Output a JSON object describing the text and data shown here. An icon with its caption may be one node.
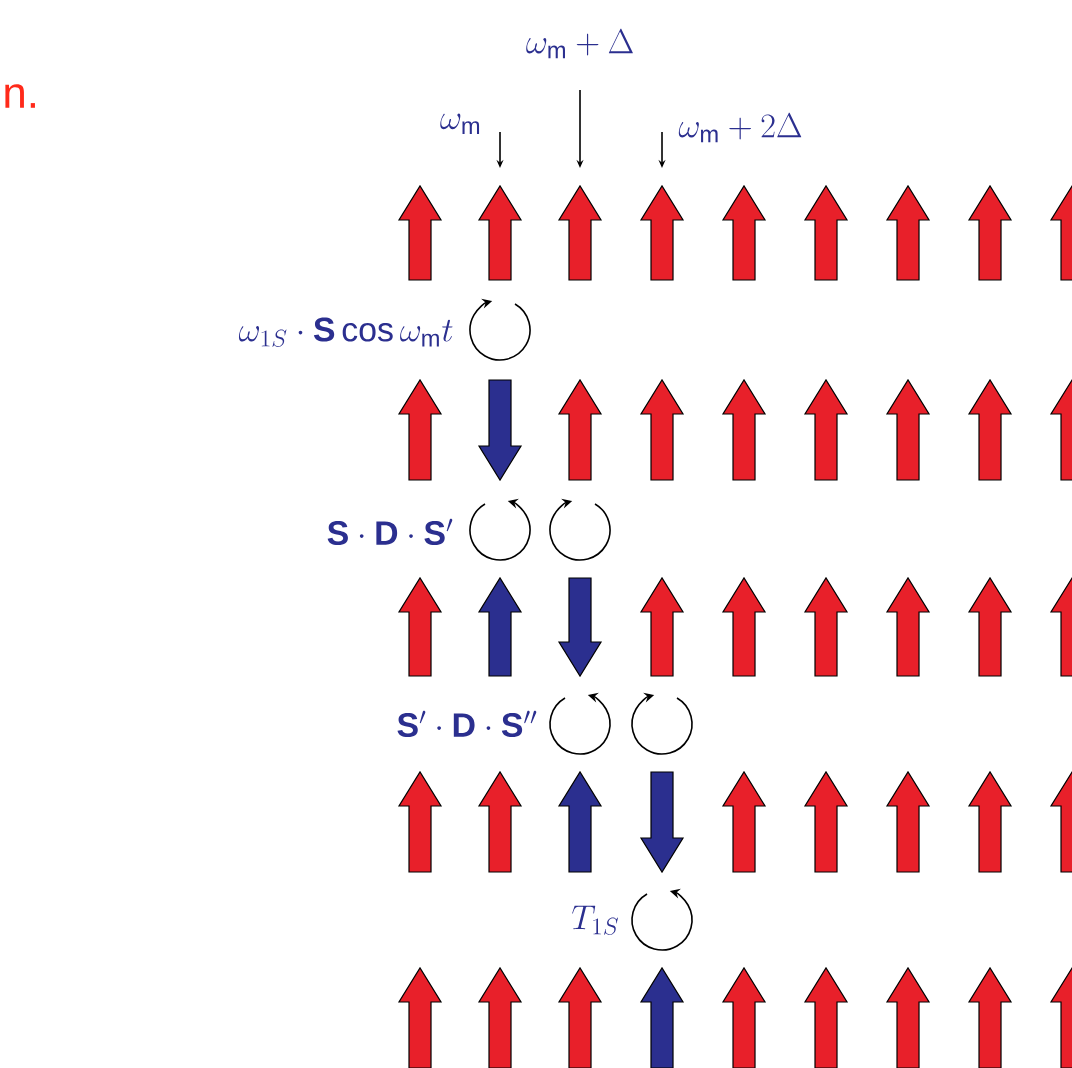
{
  "diagram": {
    "labels": [
      "\\omega_{\\mathrm{m}}+\\Delta",
      "n.",
      "\\omega_{\\mathrm{m}}",
      "\\omega_{\\mathrm{m}}+2\\Delta",
      "\\omega_{1S}\\cdot\\mathbf{S}\\cos\\omega_{\\mathrm{m}}t",
      "\\mathbf{S}\\cdot\\mathbf{D}\\cdot\\mathbf{S}'",
      "\\mathbf{S}'\\cdot\\mathbf{D}\\cdot\\mathbf{S}''",
      "T_{1S}"
    ]
  }
}
